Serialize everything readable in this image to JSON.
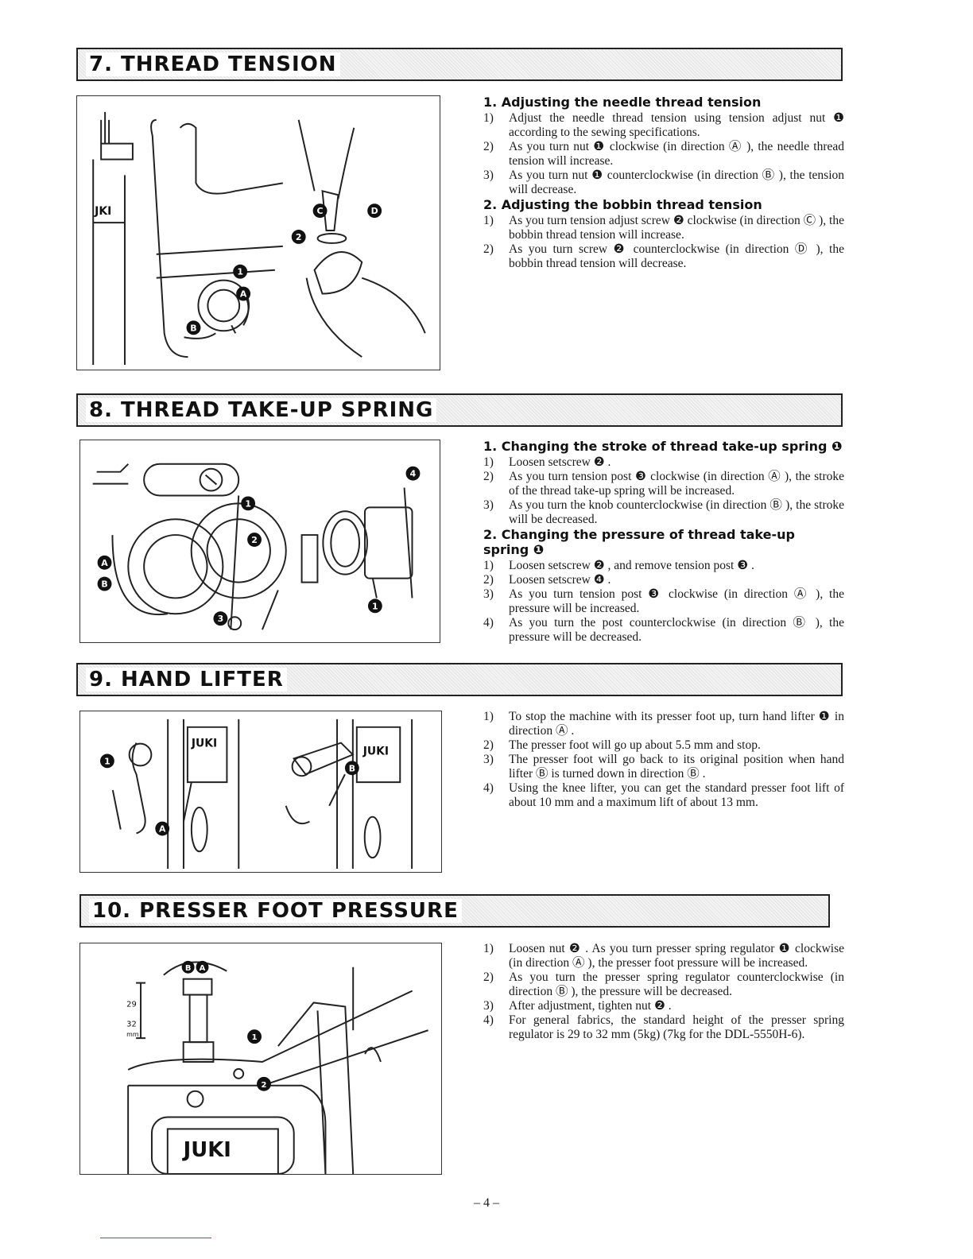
{
  "sections": {
    "thread_tension": {
      "title": "7. THREAD TENSION",
      "sub1": {
        "heading": "1. Adjusting the needle thread tension",
        "steps": [
          {
            "num": "1)",
            "text": "Adjust the needle thread tension using tension adjust nut ❶ according to the sewing specifications."
          },
          {
            "num": "2)",
            "text": "As you turn nut ❶ clockwise (in direction Ⓐ ), the needle thread tension will increase."
          },
          {
            "num": "3)",
            "text": "As you turn nut ❶ counterclockwise (in direction Ⓑ ), the tension will decrease."
          }
        ]
      },
      "sub2": {
        "heading": "2. Adjusting the bobbin thread tension",
        "steps": [
          {
            "num": "1)",
            "text": "As you turn tension adjust screw ❷ clockwise (in direction Ⓒ ), the bobbin thread tension will increase."
          },
          {
            "num": "2)",
            "text": "As you turn screw ❷ counterclockwise (in direction Ⓓ ), the bobbin thread tension will decrease."
          }
        ]
      },
      "figure_labels": {
        "c": "C",
        "d": "D",
        "n2": "2",
        "n1": "1",
        "a": "A",
        "b": "B",
        "brand": "JKI"
      }
    },
    "take_up_spring": {
      "title": "8. THREAD TAKE-UP SPRING",
      "sub1": {
        "heading": "1. Changing the stroke of thread take-up spring ❶",
        "steps": [
          {
            "num": "1)",
            "text": "Loosen setscrew ❷ ."
          },
          {
            "num": "2)",
            "text": "As you turn tension post ❸ clockwise (in direction Ⓐ ), the stroke of the thread take-up spring will be increased."
          },
          {
            "num": "3)",
            "text": "As you turn the knob counterclockwise (in direction Ⓑ ), the stroke will be decreased."
          }
        ]
      },
      "sub2": {
        "heading": "2. Changing the pressure of thread take-up spring ❶",
        "steps": [
          {
            "num": "1)",
            "text": "Loosen setscrew ❷ , and remove tension post ❸ ."
          },
          {
            "num": "2)",
            "text": "Loosen setscrew ❹ ."
          },
          {
            "num": "3)",
            "text": "As you turn tension post ❸ clockwise (in direction Ⓐ ), the pressure will be increased."
          },
          {
            "num": "4)",
            "text": "As you turn the post counterclockwise (in direction Ⓑ ), the pressure will be decreased."
          }
        ]
      },
      "figure_labels": {
        "n1": "1",
        "n2": "2",
        "n3": "3",
        "n4": "4",
        "a": "A",
        "b": "B"
      }
    },
    "hand_lifter": {
      "title": "9. HAND LIFTER",
      "steps": [
        {
          "num": "1)",
          "text": "To stop the machine with its presser foot up, turn hand lifter ❶ in direction Ⓐ ."
        },
        {
          "num": "2)",
          "text": "The presser foot will go up about 5.5 mm and stop."
        },
        {
          "num": "3)",
          "text": "The presser foot will go back to its original position when hand lifter Ⓑ is turned down in direction Ⓑ ."
        },
        {
          "num": "4)",
          "text": "Using the knee lifter, you can get the standard presser foot lift of about 10 mm and a maximum lift of about 13 mm."
        }
      ],
      "figure_labels": {
        "n1": "1",
        "a": "A",
        "b": "B",
        "brand": "JUKI"
      }
    },
    "presser_foot": {
      "title": "10. PRESSER FOOT PRESSURE",
      "steps": [
        {
          "num": "1)",
          "text": "Loosen nut ❷ . As you turn presser spring regulator ❶ clockwise (in direction Ⓐ ), the presser foot pressure will be increased."
        },
        {
          "num": "2)",
          "text": "As you turn the presser spring regulator counterclockwise (in direction Ⓑ ), the pressure will be decreased."
        },
        {
          "num": "3)",
          "text": "After adjustment, tighten nut ❷ ."
        },
        {
          "num": "4)",
          "text": "For general fabrics, the standard height of the presser spring regulator is 29 to 32 mm (5kg) (7kg for the DDL-5550H-6)."
        }
      ],
      "figure_labels": {
        "b": "B",
        "a": "A",
        "n1": "1",
        "n2": "2",
        "dim1": "29",
        "dim2": "32",
        "unit": "mm",
        "brand": "JUKI"
      }
    }
  },
  "page": {
    "number": "– 4 –"
  }
}
